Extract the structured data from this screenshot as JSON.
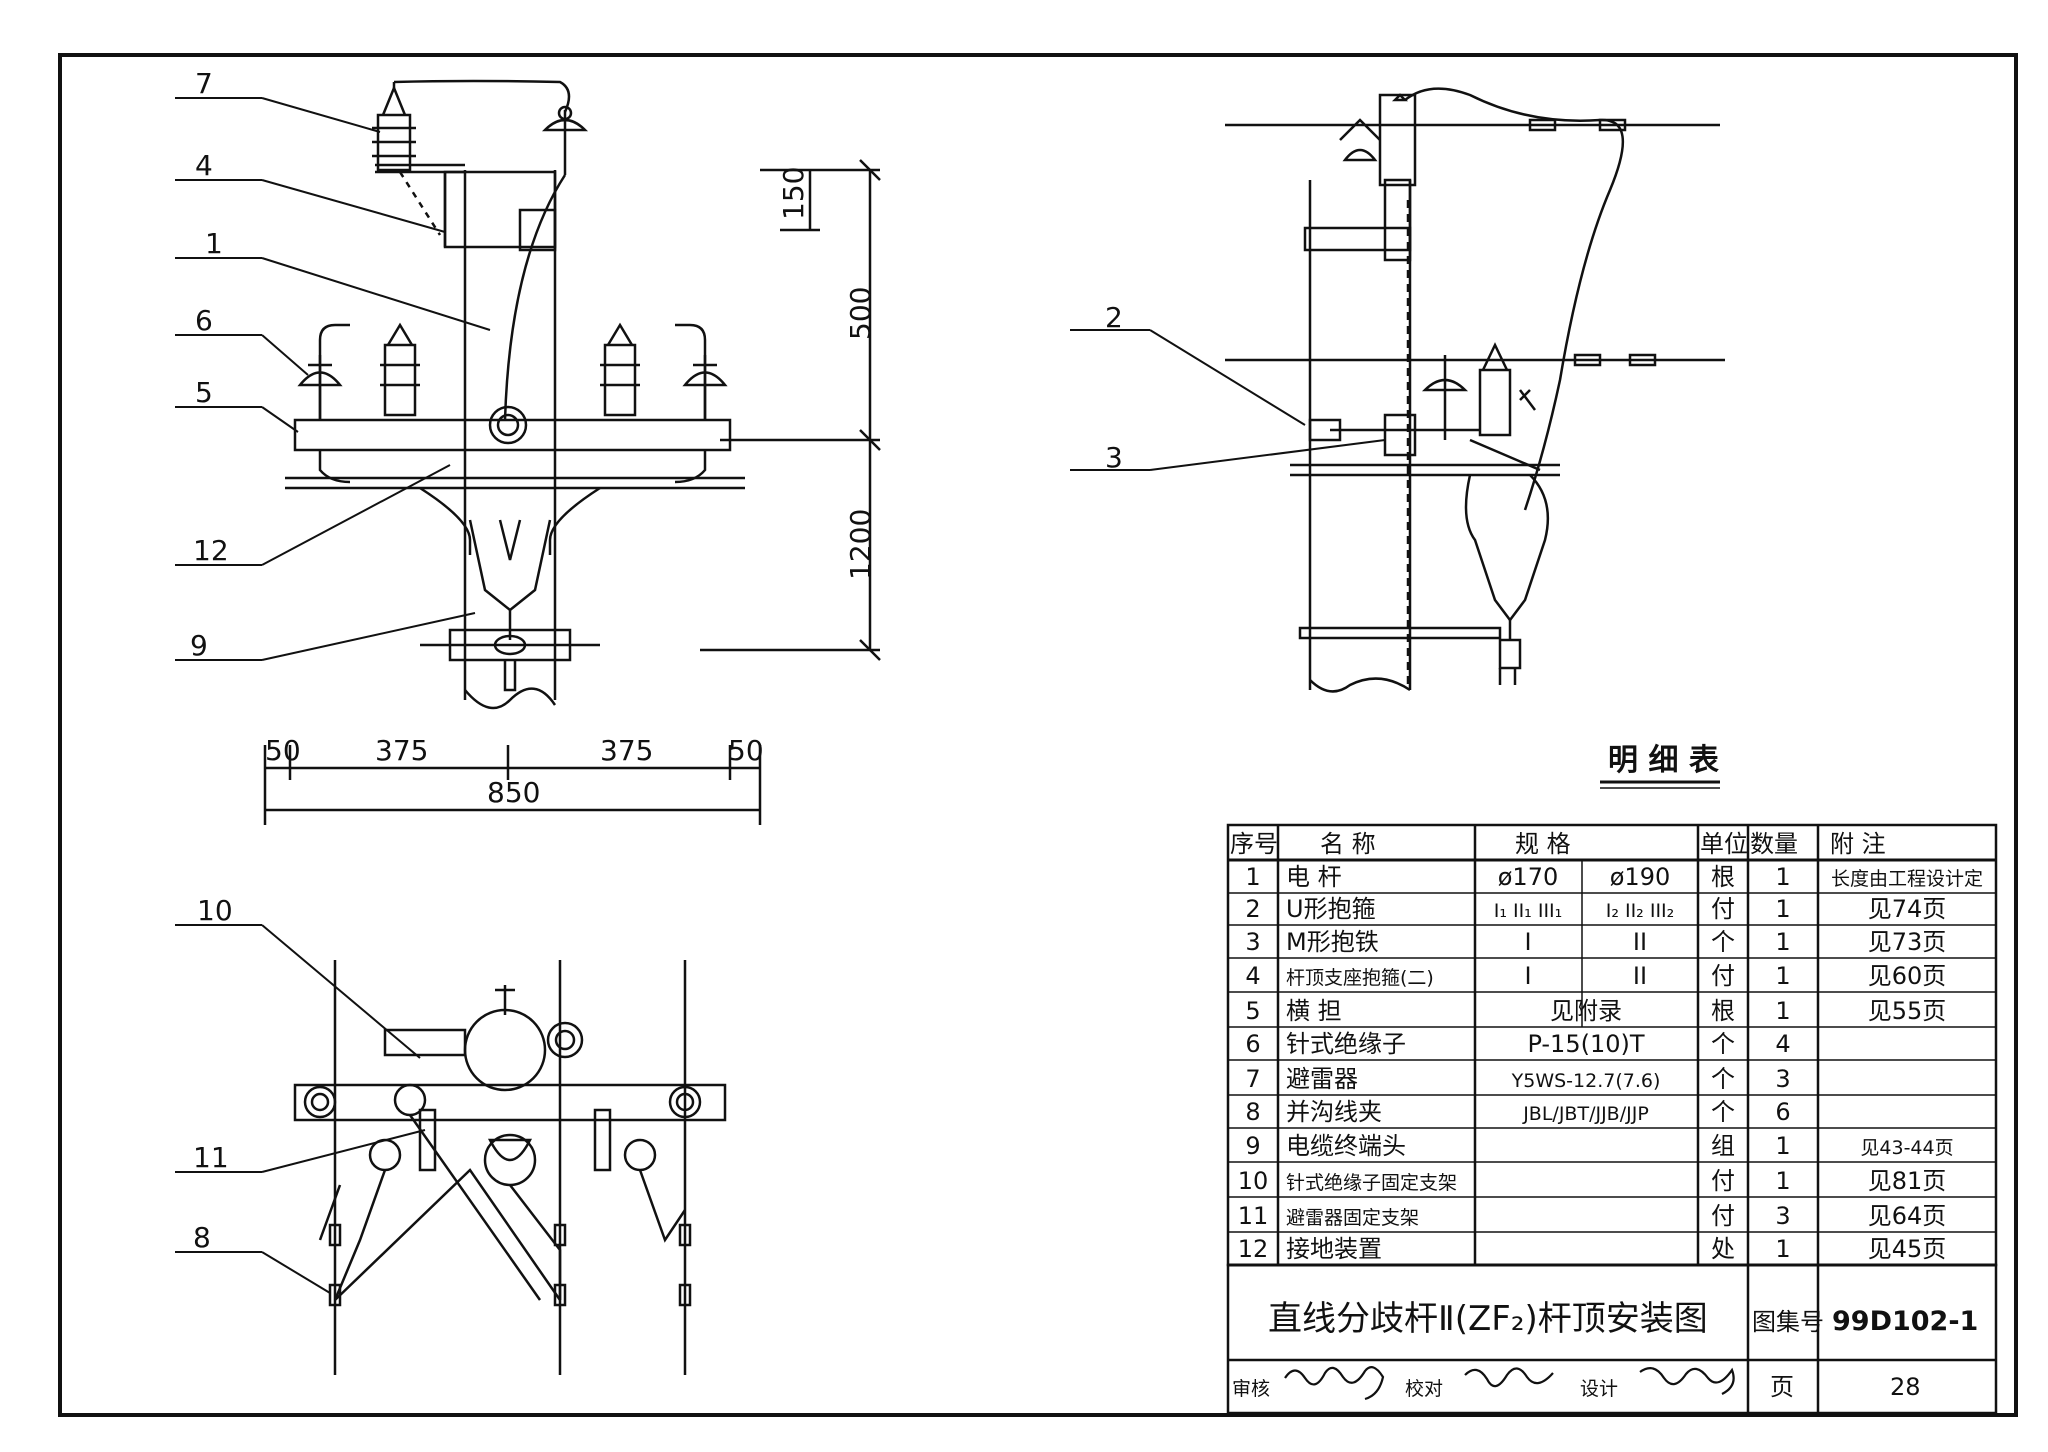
{
  "labels": {
    "c1": "1",
    "c2": "2",
    "c3": "3",
    "c4": "4",
    "c5": "5",
    "c6": "6",
    "c7": "7",
    "c8": "8",
    "c9": "9",
    "c10": "10",
    "c11": "11",
    "c12": "12"
  },
  "dimensions": {
    "d150": "150",
    "d500": "500",
    "d1200": "1200",
    "d50a": "50",
    "d375a": "375",
    "d375b": "375",
    "d50b": "50",
    "d850": "850"
  },
  "parts_table": {
    "title": "明 细 表",
    "headers": {
      "no": "序号",
      "name": "名  称",
      "spec": "规      格",
      "unit": "单位",
      "qty": "数量",
      "note": "附  注"
    },
    "rows": [
      {
        "no": "1",
        "name": "电    杆",
        "spec1": "ø170",
        "spec2": "ø190",
        "spec": "",
        "unit": "根",
        "qty": "1",
        "note": "长度由工程设计定"
      },
      {
        "no": "2",
        "name": "U形抱箍",
        "spec1": "I₁ II₁ III₁",
        "spec2": "I₂ II₂ III₂",
        "spec": "",
        "unit": "付",
        "qty": "1",
        "note": "见74页"
      },
      {
        "no": "3",
        "name": "M形抱铁",
        "spec1": "I",
        "spec2": "II",
        "spec": "",
        "unit": "个",
        "qty": "1",
        "note": "见73页"
      },
      {
        "no": "4",
        "name": "杆顶支座抱箍(二)",
        "spec1": "I",
        "spec2": "II",
        "spec": "",
        "unit": "付",
        "qty": "1",
        "note": "见60页"
      },
      {
        "no": "5",
        "name": "横    担",
        "spec1": "",
        "spec2": "",
        "spec": "见附录",
        "unit": "根",
        "qty": "1",
        "note": "见55页"
      },
      {
        "no": "6",
        "name": "针式绝缘子",
        "spec1": "",
        "spec2": "",
        "spec": "P-15(10)T",
        "unit": "个",
        "qty": "4",
        "note": ""
      },
      {
        "no": "7",
        "name": "避雷器",
        "spec1": "",
        "spec2": "",
        "spec": "Y5WS-12.7(7.6)",
        "unit": "个",
        "qty": "3",
        "note": ""
      },
      {
        "no": "8",
        "name": "并沟线夹",
        "spec1": "",
        "spec2": "",
        "spec": "JBL/JBT/JJB/JJP",
        "unit": "个",
        "qty": "6",
        "note": ""
      },
      {
        "no": "9",
        "name": "电缆终端头",
        "spec1": "",
        "spec2": "",
        "spec": "",
        "unit": "组",
        "qty": "1",
        "note": "见43-44页"
      },
      {
        "no": "10",
        "name": "针式绝缘子固定支架",
        "spec1": "",
        "spec2": "",
        "spec": "",
        "unit": "付",
        "qty": "1",
        "note": "见81页"
      },
      {
        "no": "11",
        "name": "避雷器固定支架",
        "spec1": "",
        "spec2": "",
        "spec": "",
        "unit": "付",
        "qty": "3",
        "note": "见64页"
      },
      {
        "no": "12",
        "name": "接地装置",
        "spec1": "",
        "spec2": "",
        "spec": "",
        "unit": "处",
        "qty": "1",
        "note": "见45页"
      }
    ]
  },
  "title_block": {
    "drawing_title": "直线分歧杆Ⅱ(ZF₂)杆顶安装图",
    "atlas_label": "图集号",
    "atlas_no": "99D102-1",
    "review_label": "审核",
    "check_label": "校对",
    "design_label": "设计",
    "page_label": "页",
    "page_no": "28"
  }
}
